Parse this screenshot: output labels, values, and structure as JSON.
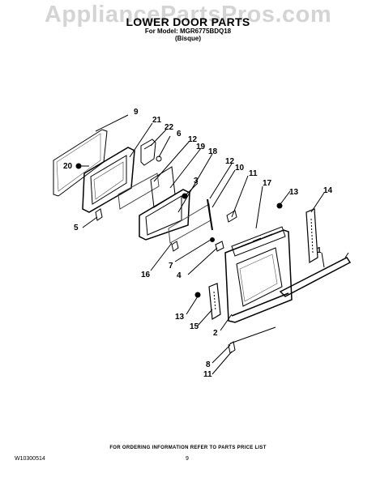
{
  "watermark": "AppliancePartsPros.com",
  "header": {
    "title": "LOWER DOOR PARTS",
    "model_line": "For Model: MGR6775BDQ18",
    "color_line": "(Bisque)"
  },
  "callouts": [
    "9",
    "21",
    "22",
    "6",
    "20",
    "12",
    "19",
    "18",
    "3",
    "12",
    "10",
    "11",
    "5",
    "17",
    "13",
    "14",
    "16",
    "7",
    "4",
    "1",
    "13",
    "15",
    "2",
    "8",
    "11"
  ],
  "footer": {
    "note": "FOR ORDERING INFORMATION REFER TO PARTS PRICE LIST",
    "doc_id": "W10300514",
    "page": "9"
  }
}
